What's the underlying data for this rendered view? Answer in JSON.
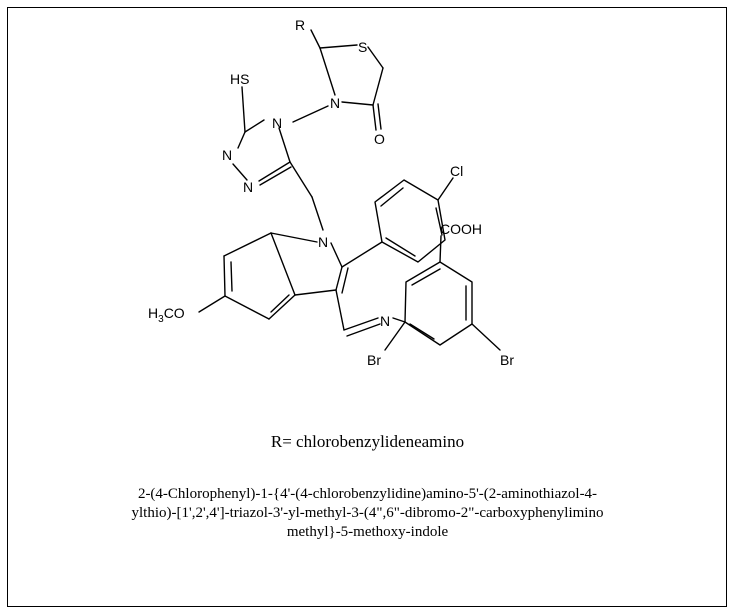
{
  "structure": {
    "atoms": {
      "R": "R",
      "S_ring": "S",
      "N_thiazolidinone": "N",
      "O_carbonyl": "O",
      "HS": "HS",
      "N_triazole_4": "N",
      "N_triazole_a": "N",
      "N_triazole_b": "N",
      "Cl": "Cl",
      "N_indole": "N",
      "COOH": "COOH",
      "N_imine": "N",
      "Br_left": "Br",
      "Br_right": "Br",
      "OMe_H": "H",
      "OMe_sub": "3",
      "OMe_CO": "CO"
    }
  },
  "caption": {
    "r_definition": "R= chlorobenzylideneamino",
    "name_line1": "2-(4-Chlorophenyl)-1-{4'-(4-chlorobenzylidine)amino-5'-(2-aminothiazol-4-",
    "name_line2": "ylthio)-[1',2',4']-triazol-3'-yl-methyl-3-(4\",6\"-dibromo-2\"-carboxyphenylimino",
    "name_line3": "methyl}-5-methoxy-indole"
  }
}
